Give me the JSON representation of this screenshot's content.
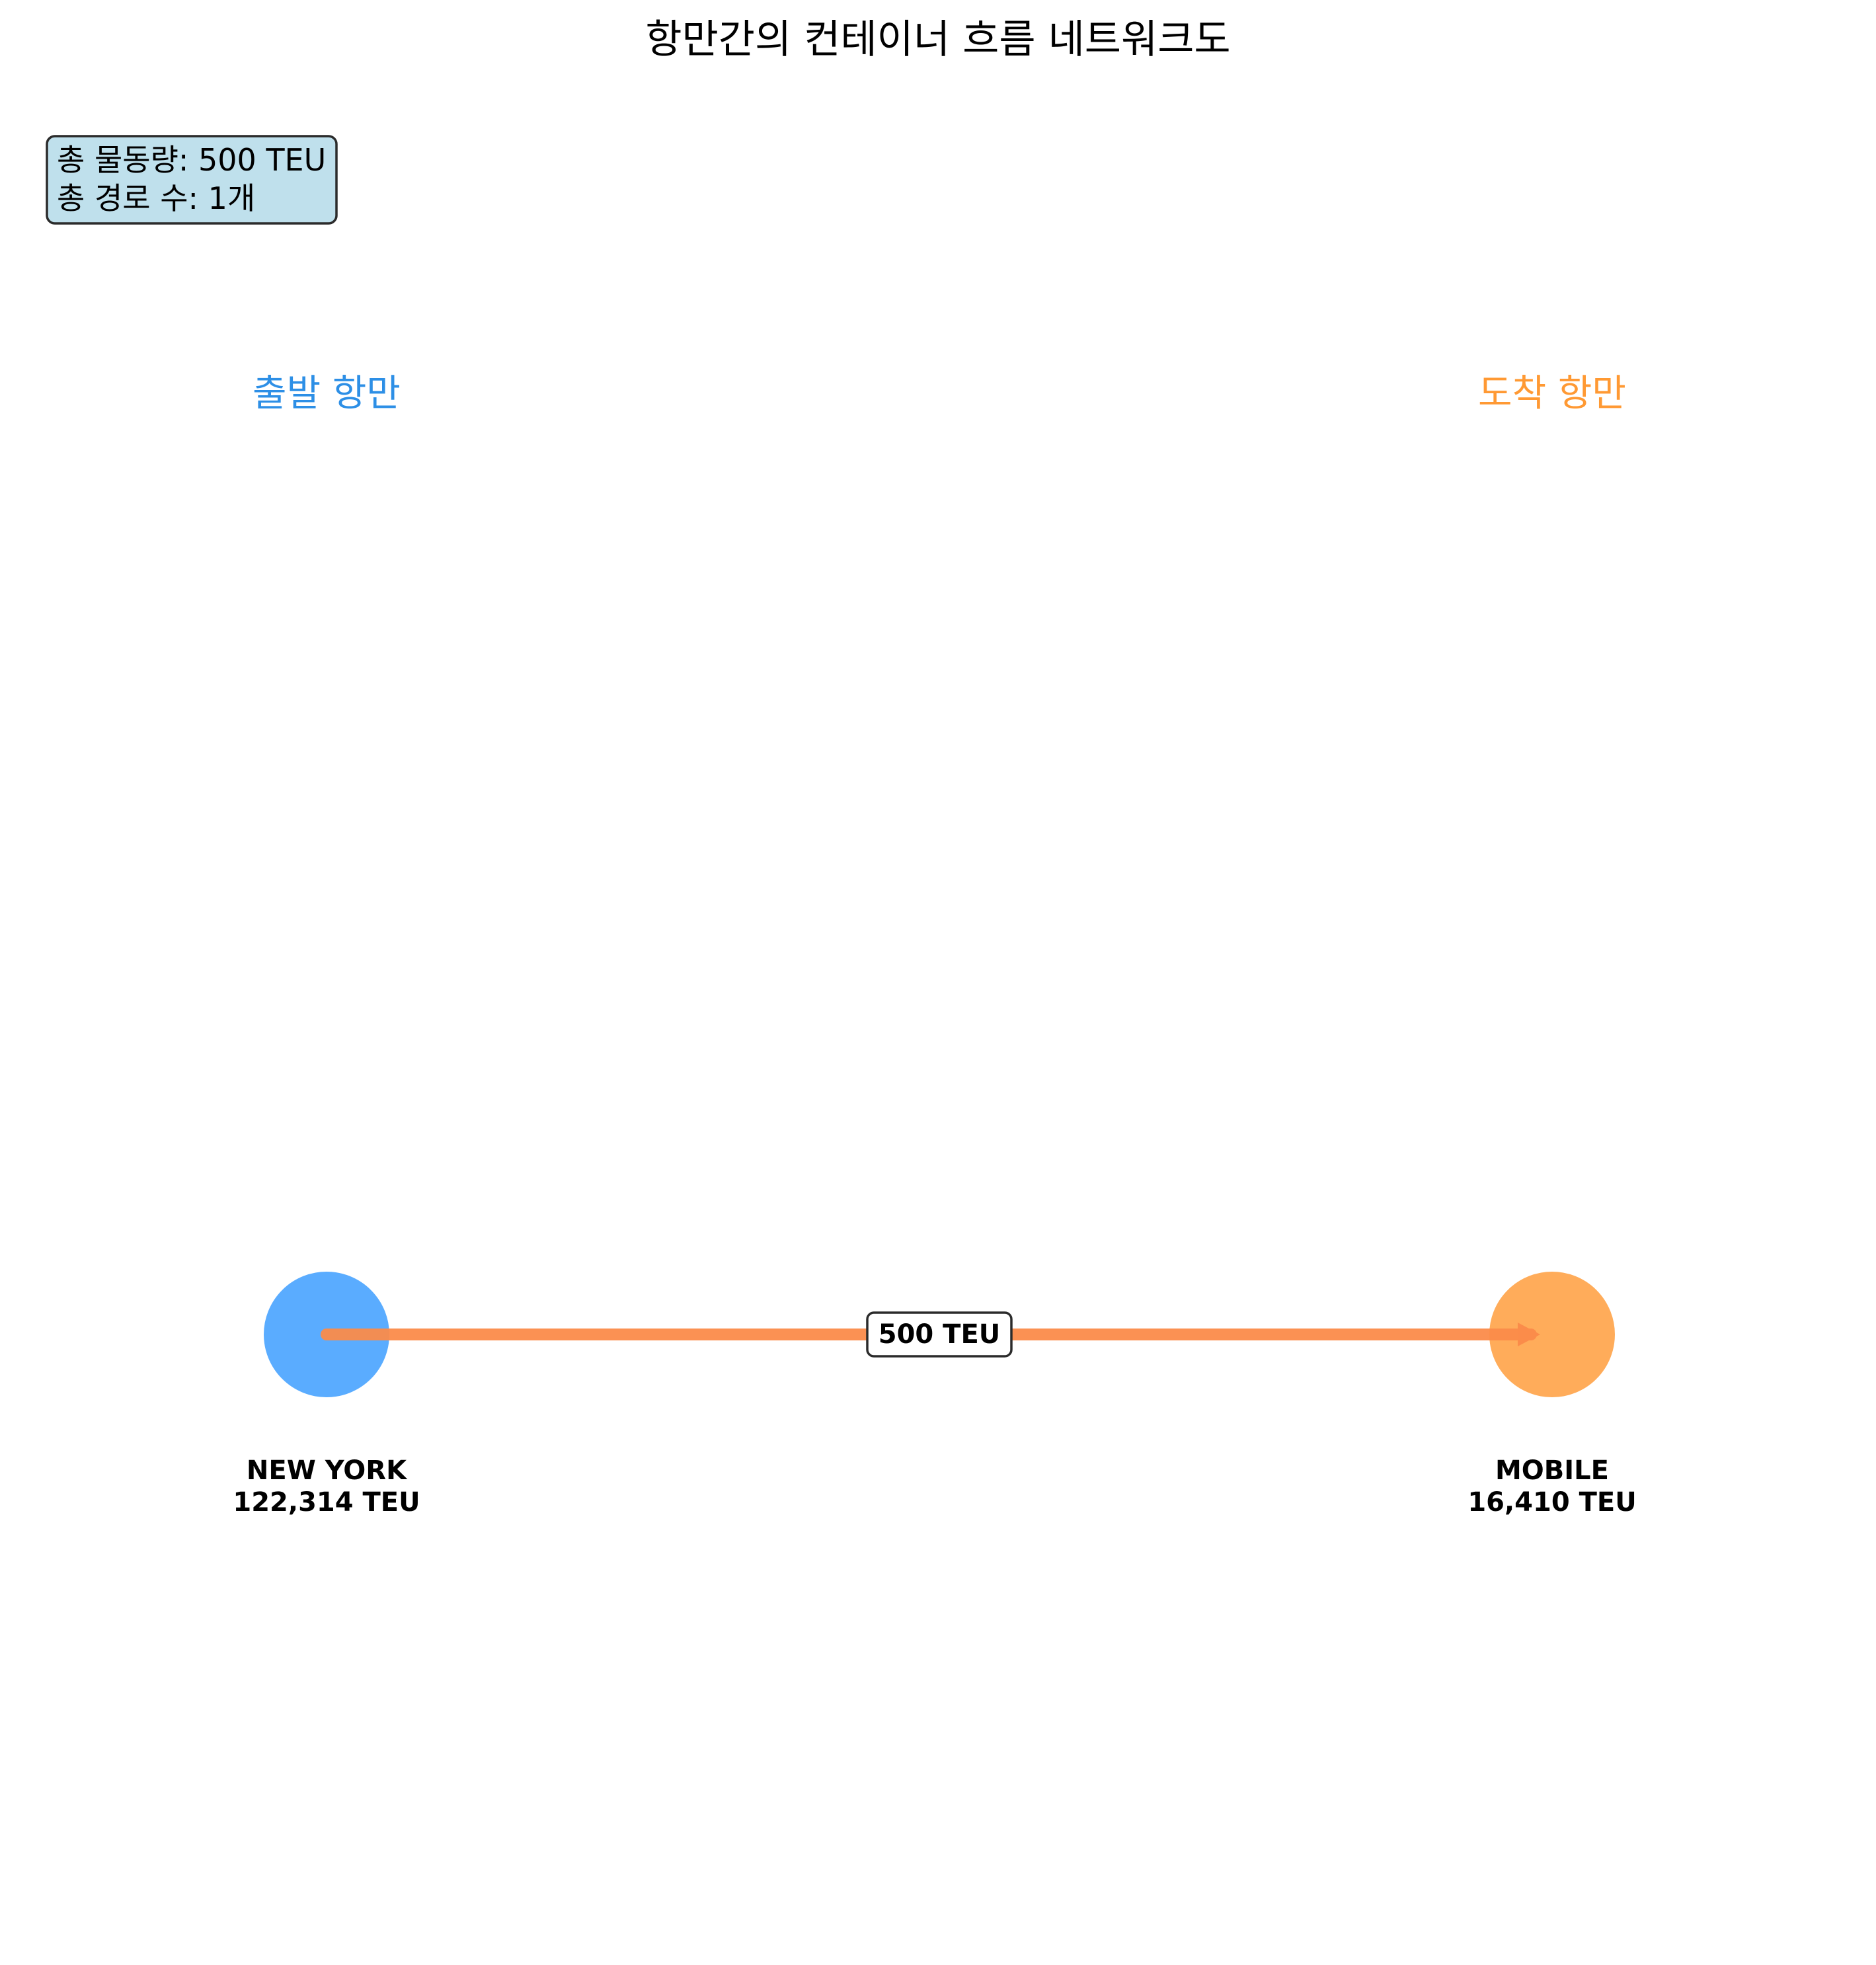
{
  "title": "항만간의 컨테이너 흐름 네트워크도",
  "summary": {
    "line1": "총 물동량: 500 TEU",
    "line2": "총 경로 수: 1개"
  },
  "columns": {
    "left": {
      "label": "출발 항만",
      "color": "#2d8fe6"
    },
    "right": {
      "label": "도착 항만",
      "color": "#ff9933"
    }
  },
  "ports": [
    {
      "name": "NEW YORK",
      "teu_label": "122,314 TEU",
      "color": "#4da6ff"
    },
    {
      "name": "MOBILE",
      "teu_label": "16,410 TEU",
      "color": "#ffa64d"
    }
  ],
  "flow": {
    "from": "NEW YORK",
    "to": "MOBILE",
    "label": "500 TEU",
    "value": 500,
    "color": "#fb8c4a"
  },
  "colors": {
    "summary_bg": "#bfe0ec",
    "summary_border": "#2b2b2b"
  }
}
